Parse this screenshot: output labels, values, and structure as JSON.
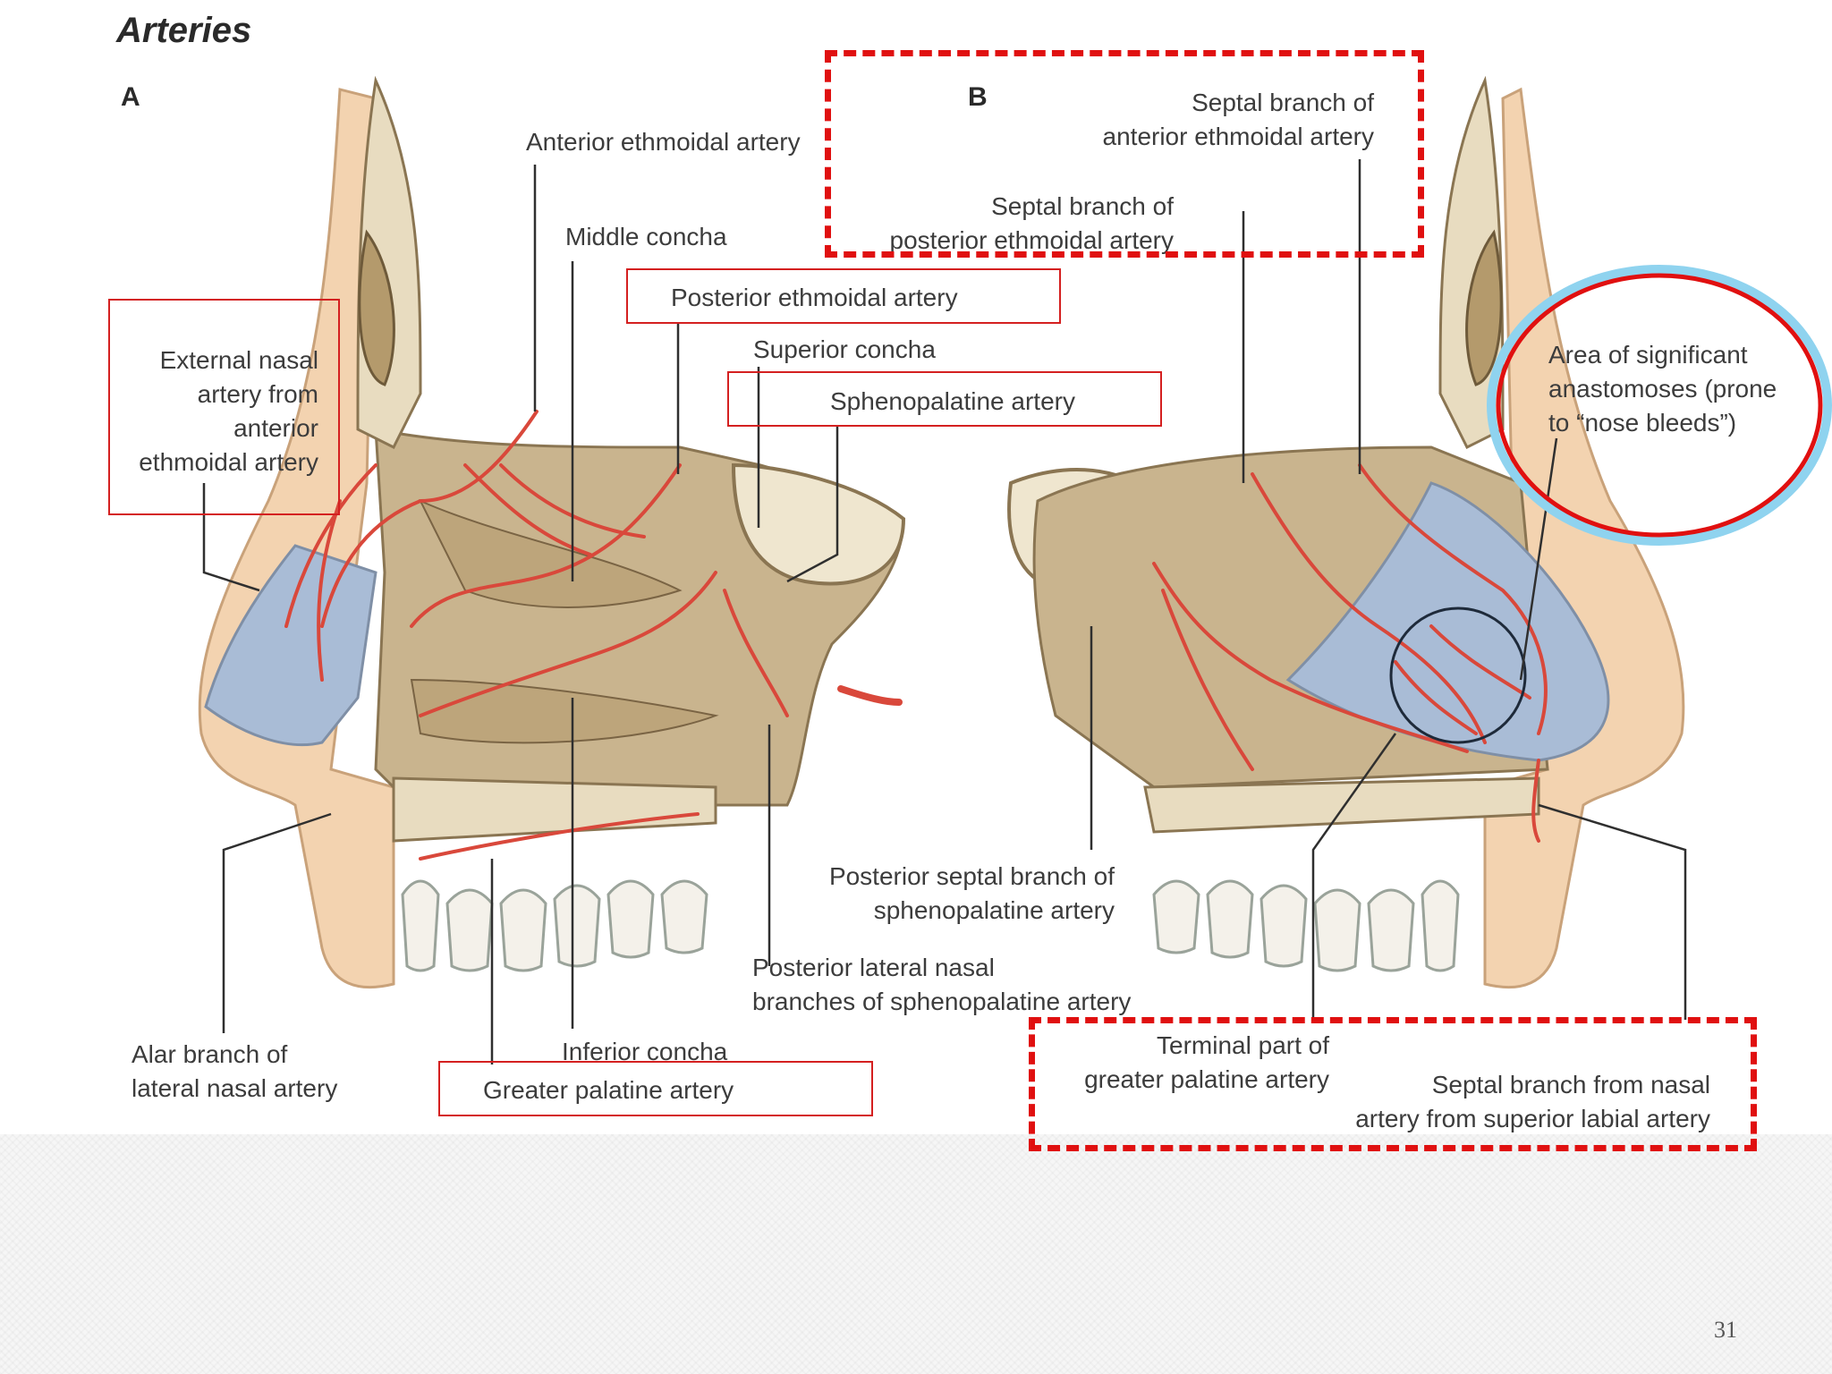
{
  "title": "Arteries",
  "panels": {
    "a": "A",
    "b": "B"
  },
  "labels": {
    "anterior_ethmoidal": "Anterior ethmoidal artery",
    "middle_concha": "Middle concha",
    "posterior_ethmoidal": "Posterior ethmoidal artery",
    "superior_concha": "Superior concha",
    "sphenopalatine": "Sphenopalatine artery",
    "external_nasal": [
      "External nasal",
      "artery from",
      "anterior",
      "ethmoidal artery"
    ],
    "septal_anterior": [
      "Septal branch of",
      "anterior ethmoidal artery"
    ],
    "septal_posterior": [
      "Septal branch of",
      "posterior ethmoidal artery"
    ],
    "anastomoses": [
      "Area of significant",
      "anastomoses (prone",
      "to “nose bleeds”)"
    ],
    "posterior_septal": [
      "Posterior septal branch of",
      "sphenopalatine artery"
    ],
    "posterior_lateral": [
      "Posterior lateral nasal",
      "branches of sphenopalatine artery"
    ],
    "alar_branch": [
      "Alar branch of",
      "lateral nasal artery"
    ],
    "inferior_concha": "Inferior concha",
    "greater_palatine": "Greater palatine artery",
    "terminal_greater_palatine": [
      "Terminal part of",
      "greater palatine artery"
    ],
    "septal_nasal_labial": [
      "Septal branch from nasal",
      "artery from superior labial artery"
    ]
  },
  "slide_number": "31",
  "colors": {
    "highlight_red": "#e01010",
    "artery": "#d9483b",
    "bone": "#c9b48e",
    "cartilage": "#a9bcd6",
    "skin": "#f3d3b0",
    "halo": "#8fd3ef"
  }
}
